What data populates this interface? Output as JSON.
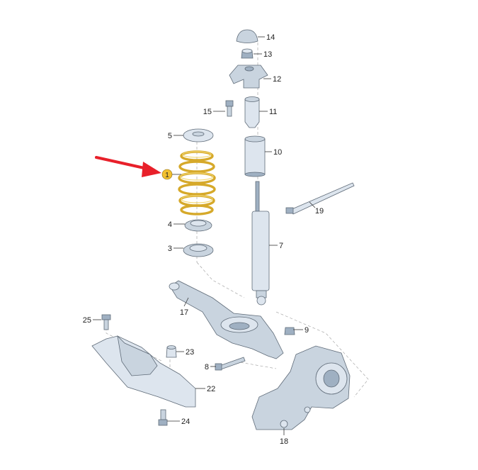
{
  "callouts": [
    {
      "id": "c1",
      "text": "1"
    },
    {
      "id": "c3",
      "text": "3"
    },
    {
      "id": "c4",
      "text": "4"
    },
    {
      "id": "c5",
      "text": "5"
    },
    {
      "id": "c7",
      "text": "7"
    },
    {
      "id": "c8",
      "text": "8"
    },
    {
      "id": "c9",
      "text": "9"
    },
    {
      "id": "c10",
      "text": "10"
    },
    {
      "id": "c11",
      "text": "11"
    },
    {
      "id": "c12",
      "text": "12"
    },
    {
      "id": "c13",
      "text": "13"
    },
    {
      "id": "c14",
      "text": "14"
    },
    {
      "id": "c15",
      "text": "15"
    },
    {
      "id": "c17",
      "text": "17"
    },
    {
      "id": "c18",
      "text": "18"
    },
    {
      "id": "c19",
      "text": "19"
    },
    {
      "id": "c22",
      "text": "22"
    },
    {
      "id": "c23",
      "text": "23"
    },
    {
      "id": "c24",
      "text": "24"
    },
    {
      "id": "c25",
      "text": "25"
    }
  ],
  "colors": {
    "highlight_arrow": "#e8202a",
    "spring": "#d6a92a",
    "callout_badge": "#f2c02e",
    "parts": "#c9d4df"
  }
}
